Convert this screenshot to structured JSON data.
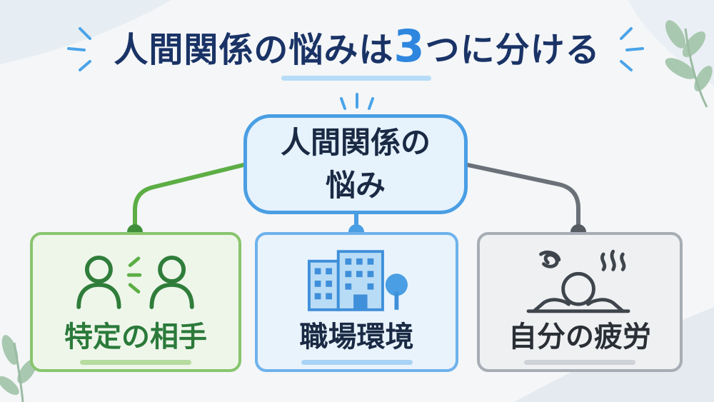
{
  "title": {
    "prefix": "人間関係の悩みは",
    "number": "3",
    "suffix": "つに分ける"
  },
  "center": {
    "line1": "人間関係の",
    "line2": "悩み"
  },
  "cards": [
    {
      "label": "特定の相手",
      "icon": "two-people-talking-icon",
      "color": "#88c56e"
    },
    {
      "label": "職場環境",
      "icon": "office-building-icon",
      "color": "#6eb2ec"
    },
    {
      "label": "自分の疲労",
      "icon": "exhausted-person-icon",
      "color": "#a7adb4"
    }
  ],
  "colors": {
    "title": "#1a3366",
    "accent": "#2e86de",
    "green": "#5cae44",
    "blue": "#4a9ee3",
    "gray": "#6b7178"
  }
}
